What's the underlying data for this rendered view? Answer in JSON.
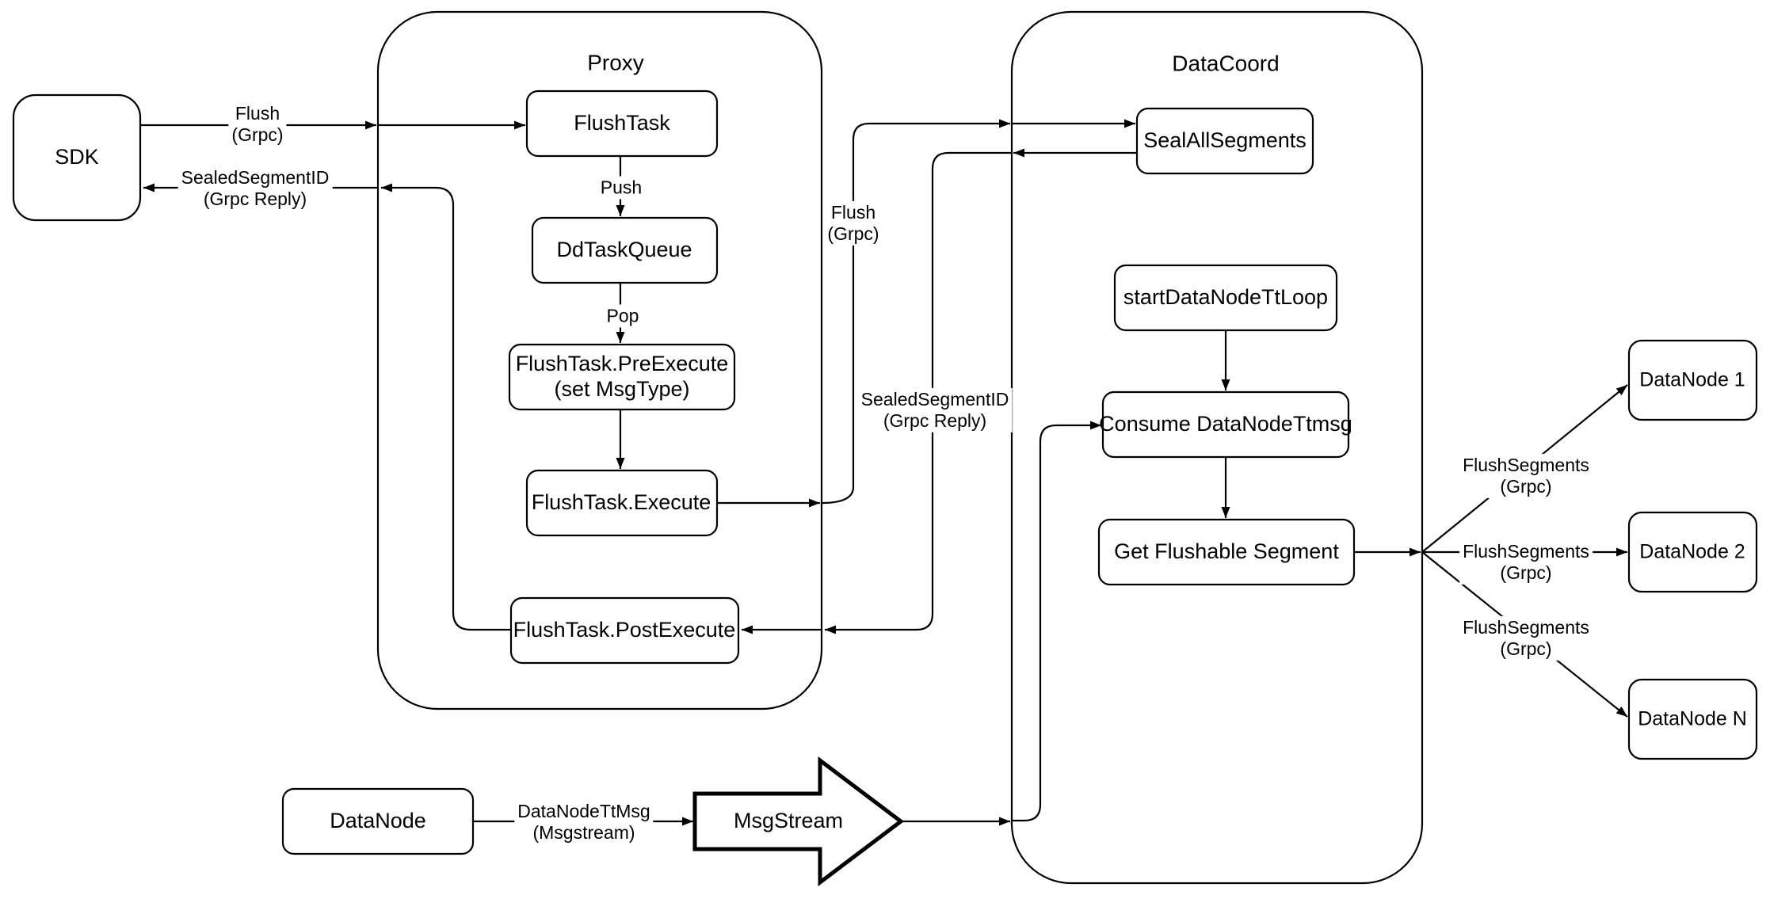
{
  "diagram": {
    "containers": {
      "proxy": {
        "title": "Proxy"
      },
      "datacoord": {
        "title": "DataCoord"
      }
    },
    "nodes": {
      "sdk": {
        "label": "SDK"
      },
      "flush_task": {
        "label": "FlushTask"
      },
      "dd_task_queue": {
        "label": "DdTaskQueue"
      },
      "pre_execute": {
        "line1": "FlushTask.PreExecute",
        "line2": "(set MsgType)"
      },
      "execute": {
        "label": "FlushTask.Execute"
      },
      "post_execute": {
        "label": "FlushTask.PostExecute"
      },
      "seal_all_segments": {
        "label": "SealAllSegments"
      },
      "start_tt_loop": {
        "label": "startDataNodeTtLoop"
      },
      "consume_ttmsg": {
        "label": "Consume DataNodeTtmsg"
      },
      "get_flushable": {
        "label": "Get Flushable Segment"
      },
      "datanode_1": {
        "label": "DataNode 1"
      },
      "datanode_2": {
        "label": "DataNode 2"
      },
      "datanode_n": {
        "label": "DataNode N"
      },
      "datanode": {
        "label": "DataNode"
      },
      "msgstream": {
        "label": "MsgStream"
      }
    },
    "edge_labels": {
      "flush_sdk": {
        "line1": "Flush",
        "line2": "(Grpc)"
      },
      "sealed_sdk": {
        "line1": "SealedSegmentID",
        "line2": "(Grpc Reply)"
      },
      "push": {
        "label": "Push"
      },
      "pop": {
        "label": "Pop"
      },
      "flush_up": {
        "line1": "Flush",
        "line2": "(Grpc)"
      },
      "sealed_mid": {
        "line1": "SealedSegmentID",
        "line2": "(Grpc Reply)"
      },
      "flush_seg_1": {
        "line1": "FlushSegments",
        "line2": "(Grpc)"
      },
      "flush_seg_2": {
        "line1": "FlushSegments",
        "line2": "(Grpc)"
      },
      "flush_seg_3": {
        "line1": "FlushSegments",
        "line2": "(Grpc)"
      },
      "datanode_ttmsg": {
        "line1": "DataNodeTtMsg",
        "line2": "(Msgstream)"
      }
    },
    "colors": {
      "stroke": "#000000",
      "background": "#ffffff"
    }
  }
}
